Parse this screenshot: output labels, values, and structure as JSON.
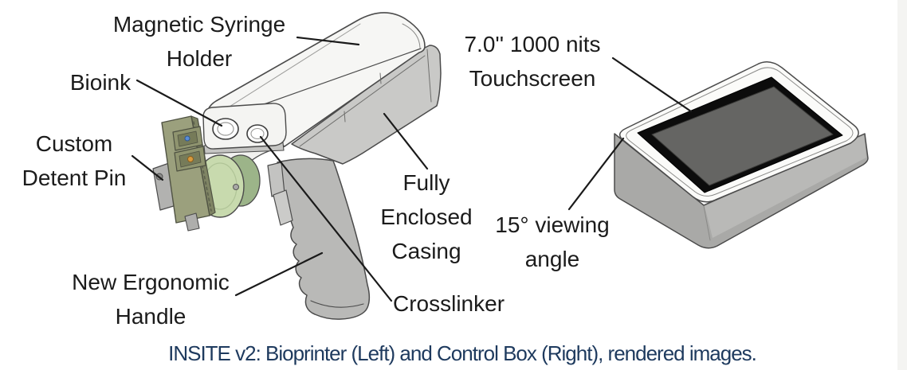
{
  "figure": {
    "caption": "INSITE v2: Bioprinter (Left) and Control Box (Right), rendered images.",
    "caption_color": "#1e3a5e"
  },
  "annotations": {
    "magnetic_syringe_holder": {
      "line1": "Magnetic Syringe",
      "line2": "Holder"
    },
    "bioink": {
      "line1": "Bioink"
    },
    "custom_detent_pin": {
      "line1": "Custom",
      "line2": "Detent Pin"
    },
    "new_ergonomic_handle": {
      "line1": "New Ergonomic",
      "line2": "Handle"
    },
    "fully_enclosed_casing": {
      "line1": "Fully",
      "line2": "Enclosed",
      "line3": "Casing"
    },
    "crosslinker": {
      "line1": "Crosslinker"
    },
    "touchscreen_spec": {
      "line1": "7.0'' 1000 nits",
      "line2": "Touchscreen"
    },
    "viewing_angle": {
      "line1": "15° viewing",
      "line2": "angle"
    }
  },
  "colors": {
    "label_text": "#1b1b1b",
    "leader_line": "#1a1a1a",
    "caption_text": "#1e3a5e",
    "body_white": "#f6f6f4",
    "casing_gray": "#c9c9c7",
    "handle_gray": "#b9b9b7",
    "roller_green": "#c8daae",
    "plate_olive": "#9ba07d",
    "screen_gray": "#656563",
    "bezel_black": "#0c0c0c"
  }
}
